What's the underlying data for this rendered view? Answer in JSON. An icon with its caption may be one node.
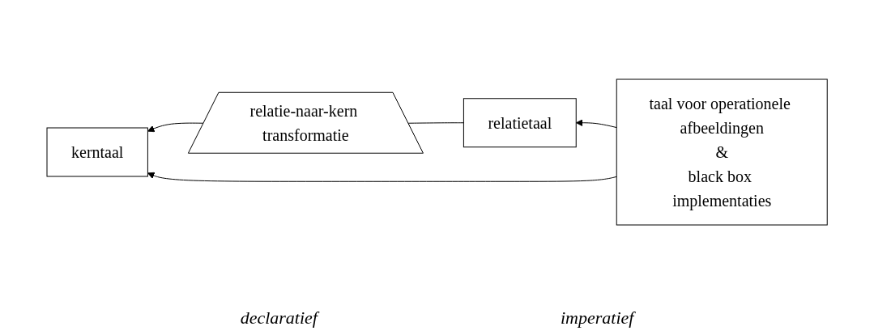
{
  "diagram": {
    "nodes": [
      {
        "text": [
          "relatietaal"
        ]
      },
      {
        "text": [
          "relatie-naar-kern transformatie"
        ]
      },
      {
        "text": [
          "kerntaal"
        ]
      },
      {
        "text": [
          "taal voor operationele afbeeldingen",
          "&",
          "black box implementaties"
        ]
      }
    ],
    "edges": [
      {
        "from": 0,
        "to": 1,
        "arrow": "none"
      },
      {
        "from": 1,
        "to": 2,
        "arrow": "to"
      },
      {
        "from": 3,
        "to": 0,
        "arrow": "to"
      },
      {
        "from": 3,
        "to": 2,
        "arrow": "to"
      }
    ],
    "labels": [
      "declaratief",
      "imperatief"
    ]
  }
}
